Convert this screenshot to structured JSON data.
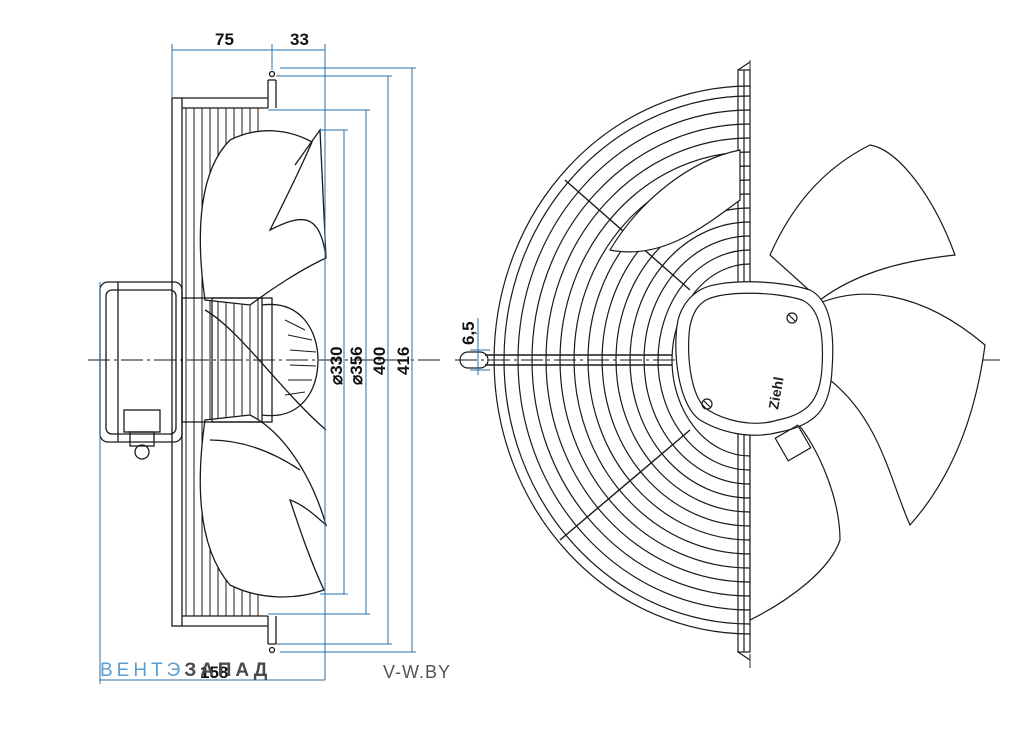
{
  "dimensions": {
    "d75": "75",
    "d33": "33",
    "d330": "⌀330",
    "d356": "⌀356",
    "d400": "400",
    "d416": "416",
    "d158": "158",
    "d65": "6,5"
  },
  "brand_mark": "Ziehl",
  "watermark": {
    "part1": "ВЕНТЭ",
    "part2": "ЗАПАД",
    "url": "V-W.BY"
  },
  "colors": {
    "line": "#1a1a1a",
    "dimension": "#2a6fa8",
    "watermark_light": "#5a9fd0"
  }
}
